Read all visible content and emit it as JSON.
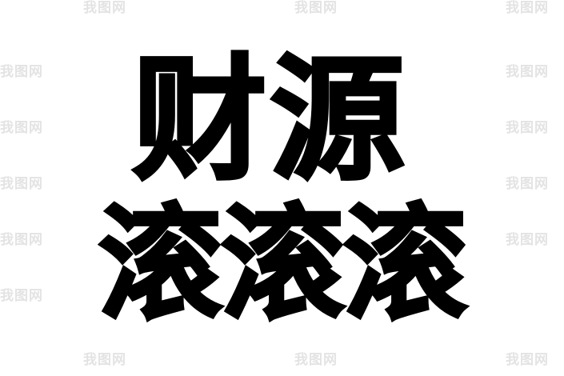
{
  "artwork": {
    "line1": "财源",
    "line2": "滚滚滚",
    "text_color": "#000000",
    "background": "#ffffff"
  },
  "watermark": {
    "text": "我图网",
    "color": "#e3e3e3"
  }
}
